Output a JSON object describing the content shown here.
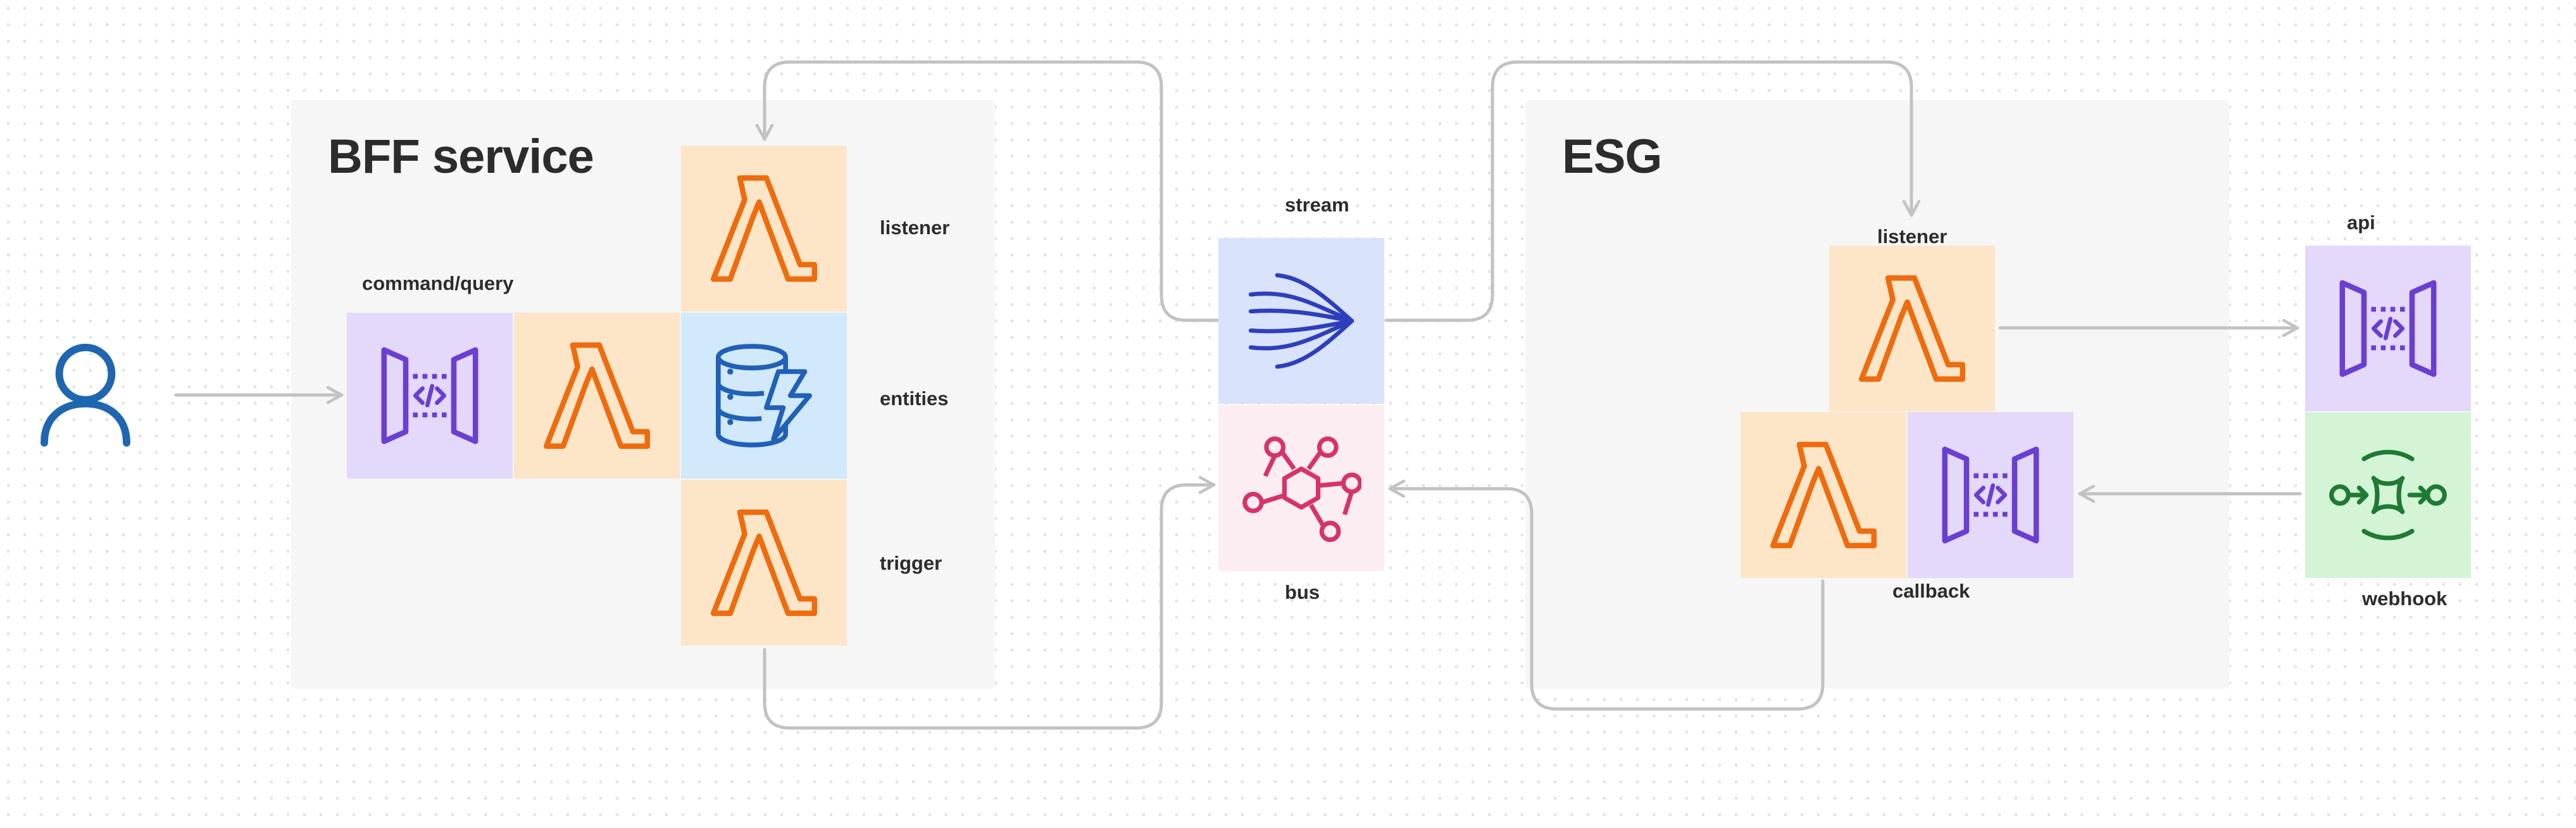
{
  "groups": {
    "bff": {
      "title": "BFF service"
    },
    "esg": {
      "title": "ESG"
    }
  },
  "labels": {
    "command_query": "command/query",
    "bff_listener": "listener",
    "entities": "entities",
    "trigger": "trigger",
    "stream": "stream",
    "bus": "bus",
    "esg_listener": "listener",
    "callback": "callback",
    "api": "api",
    "webhook": "webhook"
  },
  "colors": {
    "lambda": "#ee6c0e",
    "api_gateway": "#6a3fd0",
    "dynamodb": "#2061b6",
    "kinesis": "#2e3fbd",
    "eventbridge": "#d6336c",
    "webhook": "#1f7a33",
    "user": "#1f66b0",
    "connector": "#c2c2c2"
  },
  "icons": [
    "user-icon",
    "lambda-icon",
    "api-gateway-icon",
    "dynamodb-icon",
    "kinesis-stream-icon",
    "eventbridge-icon",
    "webhook-icon"
  ]
}
